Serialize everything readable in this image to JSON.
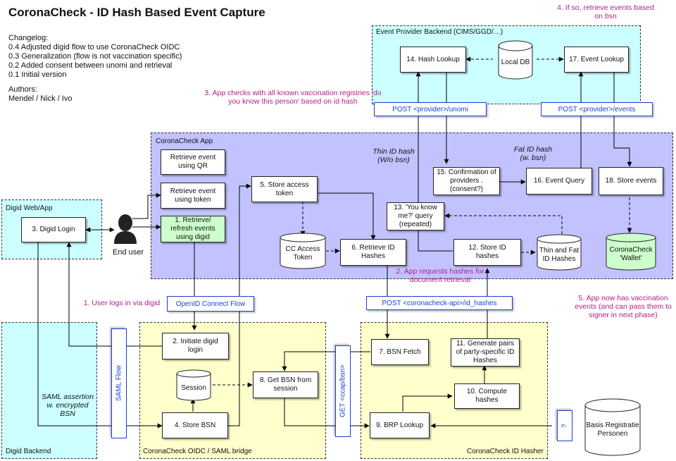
{
  "title": "CoronaCheck - ID Hash Based Event Capture",
  "changelog": {
    "heading": "Changelog:",
    "items": [
      "0.4 Adjusted digid flow to use CoronaCheck OIDC",
      "0.3 Generalization (flow is not vaccination specific)",
      "0.2 Added consent between unomi and retrieval",
      "0.1 Initial version"
    ]
  },
  "authors": {
    "heading": "Authors:",
    "names": "Mendel / Nick / Ivo"
  },
  "zones": {
    "event_provider": "Event Provider Backend (CIMS/GGD/…)",
    "coronacheck_app": "CoronaCheck App",
    "digid_web": "Digid Web/App",
    "digid_backend": "Digid Backend",
    "oidc_bridge": "CoronaCheck OIDC / SAML bridge",
    "id_hasher": "CoronaCheck ID Hasher"
  },
  "boxes": {
    "hash_lookup": "14. Hash Lookup",
    "event_lookup": "17. Event Lookup",
    "retrieve_qr": "Retrieve event using QR",
    "retrieve_token": "Retrieve event using token",
    "retrieve_digid": "1. Retrieve/ refresh events using digid",
    "store_token": "5. Store access token",
    "you_know_me": "13. 'You know me?' query (repeated)",
    "confirmation": "15. Confirmation of providers . (consent?)",
    "event_query": "16. Event Query",
    "store_events": "18. Store events",
    "retrieve_id": "6. Retrieve ID Hashes",
    "store_id": "12. Store ID hashes",
    "digid_login": "3. Digid Login",
    "initiate_login": "2. Initiate digid login",
    "get_bsn": "8. Get BSN from session",
    "store_bsn": "4. Store BSN",
    "bsn_fetch": "7. BSN Fetch",
    "generate_pairs": "11. Generate pairs of party-specific ID Hashes",
    "compute_hashes": "10. Compute hashes",
    "brp_lookup": "9. BRP Lookup"
  },
  "cylinders": {
    "local_db": "Local DB",
    "cc_token": "CC Access Token",
    "thin_fat": "Thin and Fat ID Hashes",
    "wallet": "CoronaCheck 'Wallet'",
    "session": "Session",
    "brp": "Basis Registratie Personen"
  },
  "apis": {
    "unomi": "POST <provider>/unomi",
    "events": "POST <provider>/events",
    "openid": "OpenID Connect Flow",
    "id_hashes": "POST <coronacheck-api>/id_hashes",
    "saml": "SAML Flow",
    "get_bsn": "GET <ccap/bsn>",
    "unknown": "?"
  },
  "notes": {
    "n4": "4. If so, retrieve events based on bsn",
    "n3": "3. App checks with all known vaccination registries 'do you know this person' based on id hash",
    "n2": "2. App requests hashes for document retrieval",
    "n1": "1. User logs in via digid",
    "n5": "5. App now has vaccination events (and can pass them to signer in next phase)"
  },
  "labels": {
    "thin_id": "Thin ID hash (W/o bsn)",
    "fat_id": "Fat ID hash (w. bsn)",
    "saml_assertion": "SAML assertion w. encrypted BSN",
    "end_user": "End user"
  },
  "colors": {
    "cyan_zone": "#ccffff",
    "purple_zone": "#c2c2ff",
    "yellow_zone": "#ffffcc",
    "green_box": "#ccffcc",
    "note_color": "#b0208a",
    "api_color": "#1a3fd6"
  }
}
